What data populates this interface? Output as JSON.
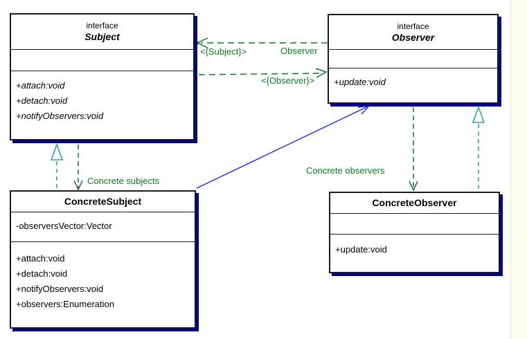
{
  "diagram": {
    "classes": {
      "subject": {
        "stereotype": "interface",
        "name": "Subject",
        "attributes": [],
        "methods": [
          "+attach:void",
          "+detach:void",
          "+notifyObservers:void"
        ]
      },
      "observer": {
        "stereotype": "interface",
        "name": "Observer",
        "attributes": [],
        "methods": [
          "+update:void"
        ]
      },
      "concrete_subject": {
        "name": "ConcreteSubject",
        "attributes": [
          "-observersVector:Vector"
        ],
        "methods": [
          "+attach:void",
          "+detach:void",
          "+notifyObservers:void",
          "+observers:Enumeration"
        ]
      },
      "concrete_observer": {
        "name": "ConcreteObserver",
        "attributes": [],
        "methods": [
          "+update:void"
        ]
      }
    },
    "labels": {
      "subject_role": "<{Subject}>",
      "association_name": "Observer",
      "observer_role": "<{Observer}>",
      "concrete_subjects": "Concrete subjects",
      "concrete_observers": "Concrete observers"
    },
    "colors": {
      "green": "#077d22",
      "teal": "#2fa3a3",
      "blue": "#2222ff",
      "shadow": "#00008c"
    }
  }
}
